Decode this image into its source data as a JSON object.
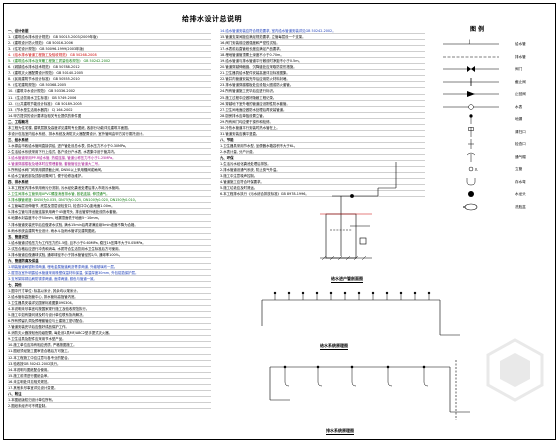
{
  "title": "给排水设计总说明",
  "legend": {
    "title": "图 例",
    "items": [
      {
        "label": "给水管",
        "symbol": "line-J"
      },
      {
        "label": "排水管",
        "symbol": "dashed"
      },
      {
        "label": "阀门",
        "symbol": "valve"
      },
      {
        "label": "截止阀",
        "symbol": "valve2"
      },
      {
        "label": "止回阀",
        "symbol": "check"
      },
      {
        "label": "水表",
        "symbol": "meter"
      },
      {
        "label": "地漏",
        "symbol": "drain"
      },
      {
        "label": "清扫口",
        "symbol": "cleanout"
      },
      {
        "label": "检查口",
        "symbol": "inspect"
      },
      {
        "label": "通气帽",
        "symbol": "vent"
      },
      {
        "label": "立管",
        "symbol": "riser"
      },
      {
        "label": "存水弯",
        "symbol": "trap"
      },
      {
        "label": "水龙头",
        "symbol": "tap"
      },
      {
        "label": "洗脸盆",
        "symbol": "basin"
      }
    ]
  },
  "col1": [
    {
      "t": "一、设计依据",
      "c": "h"
    },
    {
      "t": "1.《建筑给水排水设计规范》 GB 50015-2003(2009年版)",
      "c": ""
    },
    {
      "t": "2.《建筑设计防火规范》 GB 50016-2006",
      "c": ""
    },
    {
      "t": "3.《住宅设计规范》 GB 50096-1999(2003年版)",
      "c": ""
    },
    {
      "t": "4.《给水排水管道工程施工及验收规范》 GB 50268-2008",
      "c": "r"
    },
    {
      "t": "5.《建筑给水排水及采暖工程施工质量验收规范》 GB 50242-2002",
      "c": "g"
    },
    {
      "t": "6.《城镇给水排水技术规范》 GB 50788-2012",
      "c": ""
    },
    {
      "t": "7.《建筑灭火器配置设计规范》 GB 50140-2005",
      "c": ""
    },
    {
      "t": "8.《民用建筑节水设计标准》 GB 50555-2010",
      "c": ""
    },
    {
      "t": "9.《住宅建筑规范》 GB 50368-2005",
      "c": ""
    },
    {
      "t": "10.《建筑中水设计规范》 GB 50336-2002",
      "c": ""
    },
    {
      "t": "11.《生活饮用水卫生标准》 GB 5749-2006",
      "c": ""
    },
    {
      "t": "12.《公共建筑节能设计标准》 GB 50189-2005",
      "c": ""
    },
    {
      "t": "13.《节水型生活用水器具》 CJ 164-2002",
      "c": ""
    },
    {
      "t": "14.甲方提供的设计要求及相关专业提供的条件图",
      "c": ""
    },
    {
      "t": "二、工程概况",
      "c": "h"
    },
    {
      "t": "本工程为住宅楼, 建筑层数及高度详见建筑专业图纸, 各部分功能详见建筑平面图。",
      "c": ""
    },
    {
      "t": "本设计包括室内给水系统、排水系统及消防灭火器配置设计, 室外管网由甲方另行委托设计。",
      "c": ""
    },
    {
      "t": "三、给水系统",
      "c": "h"
    },
    {
      "t": "1.水源由市政给水管网直接供给, 进户管处设总水表, 供水压力不小于0.30MPa。",
      "c": ""
    },
    {
      "t": "2.生活给水系统采用下行上给式, 各户设分户水表, 水表集中设于管井内。",
      "c": ""
    },
    {
      "t": "3.给水管道采用PP-R给水管, 热熔连接, 管道公称压力不小于1.25MPa。",
      "c": "m"
    },
    {
      "t": "4.管道穿越楼板及墙体时应预埋套管, 套管管径比管道大二号。",
      "c": "m"
    },
    {
      "t": "5.所有给水阀门均采用铜质截止阀, DN50以上采用蝶阀或闸阀。",
      "c": ""
    },
    {
      "t": "6.给水立管底部及顶部设置阀门, 便于检修及维护。",
      "c": ""
    },
    {
      "t": "四、排水系统",
      "c": "h"
    },
    {
      "t": "1.本工程室内排水采用雨污分流制, 污水经化粪池处理后排入市政污水管网。",
      "c": ""
    },
    {
      "t": "2.卫生间排水立管采用UPVC螺旋消音排水管, 胶粘连接, 伸顶通气。",
      "c": "g"
    },
    {
      "t": "3.排水横管坡度: DN50为0.035, DN75为0.025, DN100为0.020, DN150为0.010。",
      "c": "g"
    },
    {
      "t": "4.立管每层设伸缩节, 底层及顶层设检查口, 检查口中心距地面1.00m。",
      "c": ""
    },
    {
      "t": "5.排水立管与排出管连接采用两个45度弯头, 排出管穿外墙处设防水套管。",
      "c": ""
    },
    {
      "t": "6.地漏水封高度不小于50mm, 地漏顶面低于地面5~10mm。",
      "c": ""
    },
    {
      "t": "7.排水管道安装完毕后应做灌水试验, 满水15min后再灌满延续5min液面不降为合格。",
      "c": ""
    },
    {
      "t": "8.雨水系统由建筑专业设计, 雨水斗及雨水管详见建筑图纸。",
      "c": ""
    },
    {
      "t": "五、管道试压",
      "c": "h"
    },
    {
      "t": "1.给水管道试验压力为工作压力的1.5倍, 且不小于0.60MPa, 稳压1h压降不大于0.05MPa。",
      "c": ""
    },
    {
      "t": "2.试压合格后应进行冲洗和消毒, 水质符合生活饮用水卫生标准后方可使用。",
      "c": ""
    },
    {
      "t": "3.排水管道应做通球试验, 通球球径不小于排水管管径的2/3, 通球率100%。",
      "c": ""
    },
    {
      "t": "六、管道防腐及保温",
      "c": "h"
    },
    {
      "t": "1.明装管道刷银粉漆两道, 埋地金属管道刷沥青漆两道, 外缠玻璃布一层。",
      "c": "bl"
    },
    {
      "t": "2.屋顶及室外明露给水管道采用橡塑保温材料保温, 保温厚度30mm, 外包铝箔保护层。",
      "c": "bl"
    },
    {
      "t": "3.支吊架除锈后刷防锈漆两道, 面漆两道, 颜色与管道一致。",
      "c": "bl"
    },
    {
      "t": "七、其他",
      "c": "h"
    },
    {
      "t": "1.图中尺寸单位: 标高以米计, 其余均以毫米计。",
      "c": ""
    },
    {
      "t": "2.给水管标高指管中心, 排水管标高指管内底。",
      "c": ""
    },
    {
      "t": "3.卫生器具安装详见国家标准图集09S304。",
      "c": ""
    },
    {
      "t": "4.本说明未尽事宜均按国家现行施工及验收规范执行。",
      "c": ""
    },
    {
      "t": "5.施工中如有疑问请及时与设计单位联系协商解决。",
      "c": ""
    },
    {
      "t": "6.所有预留孔洞及预埋套管应与土建施工密切配合。",
      "c": ""
    },
    {
      "t": "7.管道安装完毕后应做好成品保护工作。",
      "c": ""
    },
    {
      "t": "8.消防灭火器按轻危险级配置, 每处设2具MF/ABC2型手提式灭火器。",
      "c": ""
    },
    {
      "t": "9.卫生洁具及配件应采用节水型产品。",
      "c": ""
    },
    {
      "t": "10.施工单位应持有相应资质, 严格按图施工。",
      "c": ""
    },
    {
      "t": "11.图纸须经施工图审查合格后方可施工。",
      "c": ""
    },
    {
      "t": "12.本工程施工中应注意与各专业的配合。",
      "c": ""
    },
    {
      "t": "13.验收按GB 50242-2002执行。",
      "c": ""
    },
    {
      "t": "14.本说明与图纸配合使用。",
      "c": ""
    },
    {
      "t": "15.施工前须进行图纸会审。",
      "c": ""
    },
    {
      "t": "16.未注明处详见相关规范。",
      "c": ""
    },
    {
      "t": "17.其他未尽事宜详见设计变更。",
      "c": ""
    },
    {
      "t": "八、附注",
      "c": "h"
    },
    {
      "t": "1.本图纸版权归设计单位所有。",
      "c": ""
    },
    {
      "t": "2.图纸未经许可不得复制。",
      "c": ""
    }
  ],
  "col2": [
    {
      "t": "14.给水管道安装应符合规范要求, 室内给水管道安装详见GB 50242-2002。",
      "c": "bl"
    },
    {
      "t": "15.管道支架间距应满足规范要求, 立管每层设一个支架。",
      "c": ""
    },
    {
      "t": "16.阀门安装前应做强度和严密性试验。",
      "c": ""
    },
    {
      "t": "17.水表前后直管段长度应满足产品要求。",
      "c": ""
    },
    {
      "t": "18.埋地管道管顶覆土深度不小于0.70m。",
      "c": ""
    },
    {
      "t": "19.给水管道与排水管道平行敷设时净距不小于0.5m。",
      "c": ""
    },
    {
      "t": "20.管道穿越伸缩缝、沉降缝处应采取防变形措施。",
      "c": ""
    },
    {
      "t": "21.卫生器具给水配件安装高度详见标准图集。",
      "c": ""
    },
    {
      "t": "22.管井内管道安装完毕后应用防火材料封堵。",
      "c": ""
    },
    {
      "t": "23.排水管道穿越楼板处应设阻火圈或防火套管。",
      "c": ""
    },
    {
      "t": "24.所有管道施工完毕后应进行标识。",
      "c": ""
    },
    {
      "t": "25.施工过程中应做好隐蔽工程记录。",
      "c": ""
    },
    {
      "t": "26.穿越地下室外墙的管道应设刚性防水套管。",
      "c": ""
    },
    {
      "t": "27.卫生间地面应做防水处理后再安装管道。",
      "c": ""
    },
    {
      "t": "28.厨房排水应单独设置立管。",
      "c": ""
    },
    {
      "t": "29.所有阀门均应便于操作和检修。",
      "c": ""
    },
    {
      "t": "30.冷热水管道平行安装时热水管在上。",
      "c": ""
    },
    {
      "t": "31.管道安装应横平竖直。",
      "c": ""
    },
    {
      "t": "八、节能",
      "c": "h"
    },
    {
      "t": "1.卫生器具采用节水型, 坐便器水箱容积不大于6L。",
      "c": ""
    },
    {
      "t": "2.水表计量, 分户计费。",
      "c": ""
    },
    {
      "t": "九、环保",
      "c": "h"
    },
    {
      "t": "1.生活污水经化粪池处理后排放。",
      "c": ""
    },
    {
      "t": "2.排水管道设通气系统, 防止臭气外溢。",
      "c": ""
    },
    {
      "t": "3.施工中注意噪声控制。",
      "c": ""
    },
    {
      "t": "4.管道施工应符合环保要求。",
      "c": ""
    },
    {
      "t": "5.施工垃圾应及时清运。",
      "c": ""
    },
    {
      "t": "6.本工程排水执行《污水综合排放标准》GB 8978-1996。",
      "c": ""
    }
  ],
  "captions": {
    "d1": "给水进户管剖面图",
    "d2": "给水系统原理图",
    "d3": "排水系统原理图"
  }
}
